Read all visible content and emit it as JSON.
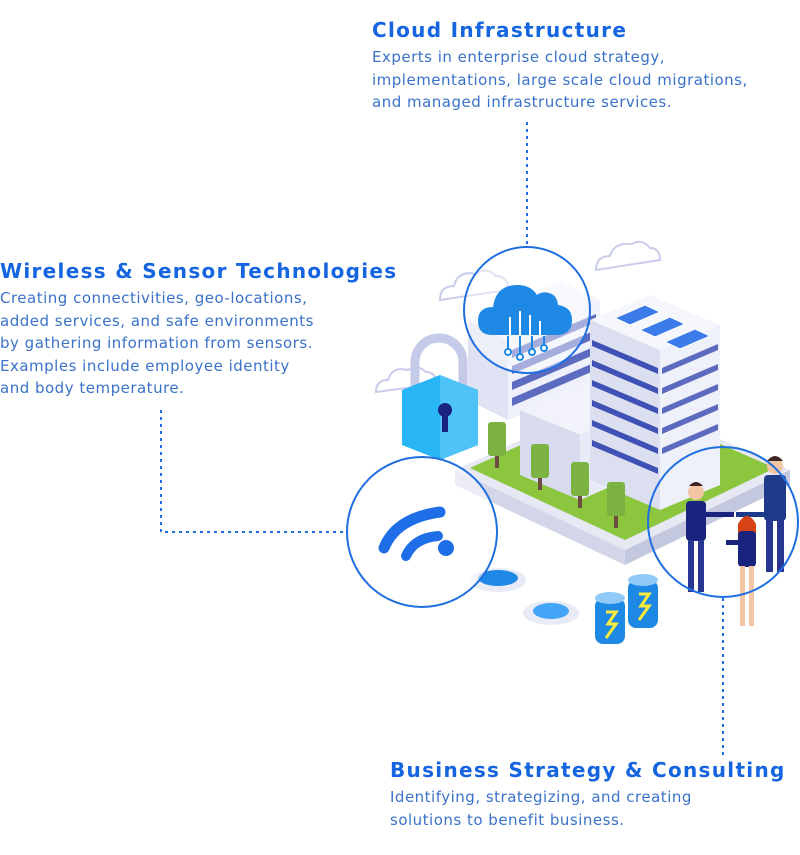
{
  "colors": {
    "title": "#1565e0",
    "text": "#3a72c9",
    "connector": "#1f6fe0",
    "lawn": "#8cc63f",
    "building_white": "#eef1fb",
    "window_blue": "#3f51b5",
    "solar": "#3b7bea"
  },
  "sections": [
    {
      "title": "Cloud Infrastructure",
      "lines": [
        "Experts in enterprise cloud strategy,",
        "implementations, large scale cloud migrations,",
        "and managed infrastructure services."
      ],
      "icon": "cloud-network-icon"
    },
    {
      "title": "Wireless & Sensor Technologies",
      "lines": [
        "Creating connectivities, geo-locations,",
        "added services, and safe environments",
        "by gathering information from sensors.",
        "Examples include employee identity",
        "and body temperature."
      ],
      "icon": "wifi-icon"
    },
    {
      "title": "Business Strategy & Consulting",
      "lines": [
        "Identifying, strategizing, and creating",
        "solutions to benefit business."
      ],
      "icon": "handshake-people-icon"
    }
  ]
}
